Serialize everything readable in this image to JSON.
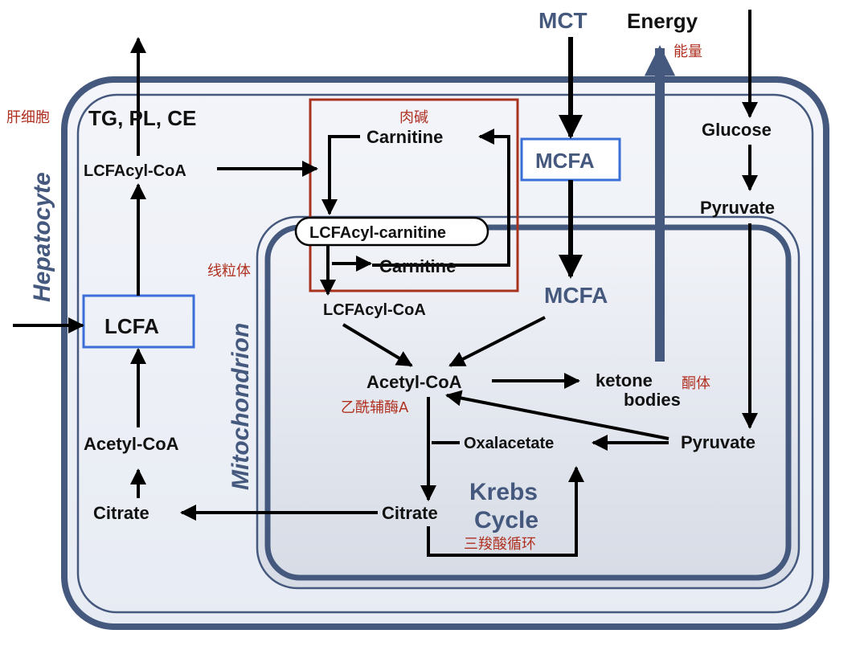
{
  "cell": {
    "title": "Hepatocyte",
    "title_zh": "肝细胞",
    "lipids": "TG,  PL, CE"
  },
  "mitochondrion": {
    "title": "Mitochondrion",
    "title_zh": "线粒体"
  },
  "top": {
    "mct": "MCT",
    "energy": "Energy",
    "energy_zh": "能量"
  },
  "cytosol": {
    "lcfacyl_coa": "LCFAcyl-CoA",
    "lcfa": "LCFA",
    "acetyl_coa": "Acetyl-CoA",
    "citrate": "Citrate",
    "glucose": "Glucose",
    "pyruvate": "Pyruvate",
    "mcfa": "MCFA"
  },
  "carnitine_shuttle": {
    "label_zh": "肉碱",
    "carnitine_outer": "Carnitine",
    "lcfacyl_carnitine": "LCFAcyl-carnitine",
    "carnitine_inner": "Carnitine"
  },
  "matrix": {
    "lcfacyl_coa": "LCFAcyl-CoA",
    "mcfa": "MCFA",
    "acetyl_coa": "Acetyl-CoA",
    "acetyl_coa_zh": "乙酰辅酶A",
    "ketone_line1": "ketone",
    "ketone_line2": "bodies",
    "ketone_zh": "酮体",
    "oxalacetate": "Oxalacetate",
    "pyruvate": "Pyruvate",
    "citrate": "Citrate",
    "krebs_line1": "Krebs",
    "krebs_line2": "Cycle",
    "krebs_zh": "三羧酸循环"
  },
  "colors": {
    "membrane": "#45597e",
    "highlight_box": "#3a6fd8",
    "shuttle_box": "#a8321e",
    "arrow": "#000000",
    "chinese_text": "#b03020"
  }
}
